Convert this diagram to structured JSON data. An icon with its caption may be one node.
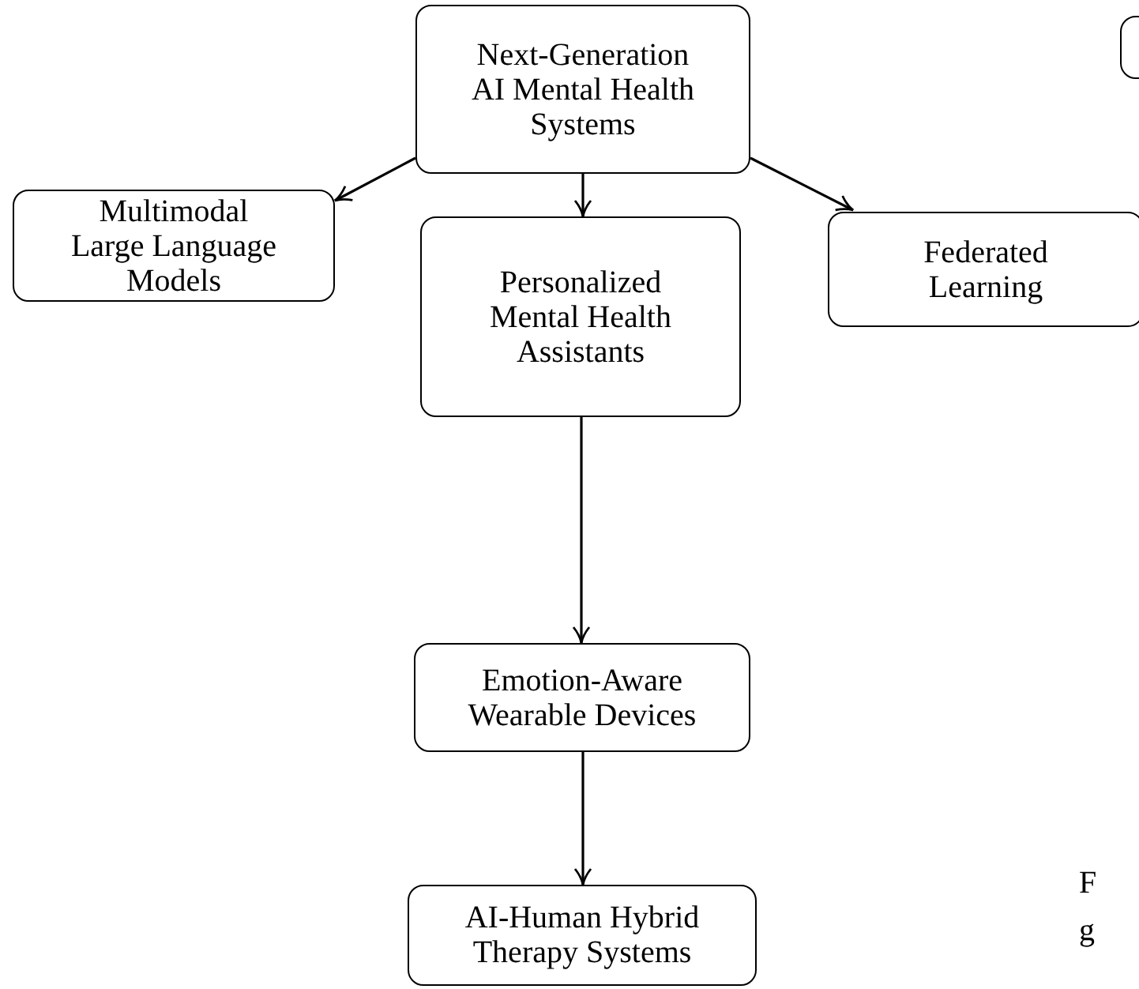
{
  "diagram": {
    "nodes": [
      {
        "text": [
          "Next-Generation AI Mental Health Systems"
        ]
      },
      {
        "text": [
          "Multimodal Large Language Models"
        ]
      },
      {
        "text": [
          "Personalized Mental Health Assistants"
        ]
      },
      {
        "text": [
          "Federated Learning"
        ]
      },
      {
        "text": [
          "Emotion-Aware Wearable Devices"
        ]
      },
      {
        "text": [
          "AI-Human Hybrid Therapy Systems"
        ]
      },
      {
        "text": [],
        "shape": "box"
      }
    ],
    "edges": [
      {
        "from": 0,
        "to": 1,
        "arrow": "to"
      },
      {
        "from": 0,
        "to": 2,
        "arrow": "to"
      },
      {
        "from": 0,
        "to": 3,
        "arrow": "to"
      },
      {
        "from": 2,
        "to": 4,
        "arrow": "to"
      },
      {
        "from": 4,
        "to": 5,
        "arrow": "to"
      }
    ],
    "labels": [
      "F",
      "g"
    ]
  }
}
